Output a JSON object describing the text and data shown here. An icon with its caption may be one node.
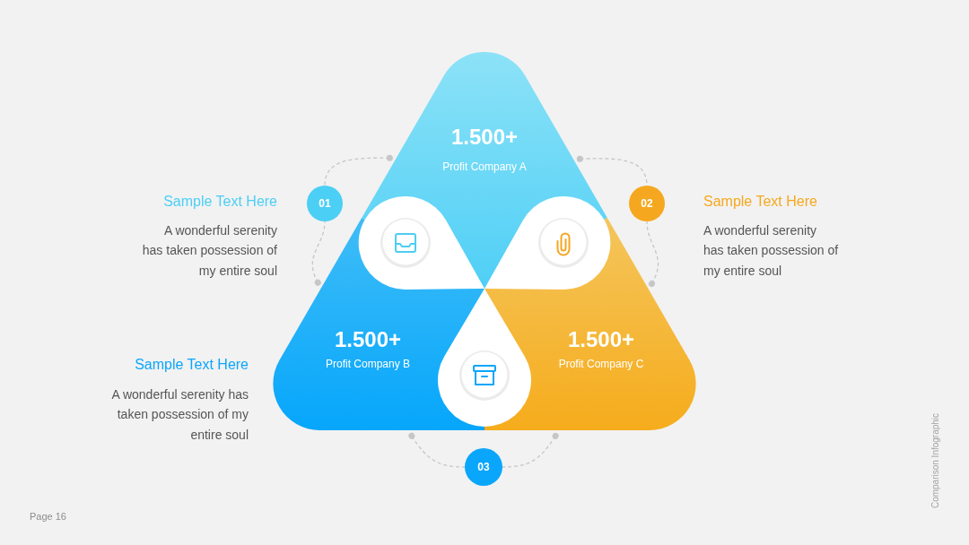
{
  "diagram": {
    "nodes": [
      {
        "text": [
          "1.500+",
          "Profit Company A"
        ]
      },
      {
        "text": [
          "01"
        ]
      },
      {
        "text": [
          "02"
        ]
      },
      {
        "text": [
          "1.500+",
          "Profit Company B"
        ]
      },
      {
        "text": [
          "1.500+",
          "Profit Company C"
        ]
      },
      {
        "text": [
          "03"
        ]
      }
    ],
    "edges": [
      {
        "from": 0,
        "to": 1,
        "arrow": "other",
        "style": "dashed"
      },
      {
        "from": 3,
        "to": 1,
        "arrow": "other",
        "style": "dashed"
      },
      {
        "from": 0,
        "to": 2,
        "arrow": "other",
        "style": "dashed"
      },
      {
        "from": 4,
        "to": 2,
        "arrow": "other",
        "style": "dashed"
      },
      {
        "from": 3,
        "to": 5,
        "arrow": "other",
        "style": "dashed"
      },
      {
        "from": 4,
        "to": 5,
        "arrow": "other",
        "style": "dashed"
      }
    ],
    "labels": [
      "Sample Text Here",
      "A wonderful serenity has taken possession of my entire soul",
      "Sample Text Here",
      "A wonderful serenity has taken possession of my entire soul",
      "Sample Text Here",
      "A wonderful serenity has taken possession of my entire soul",
      "Page 16",
      "Comparison Infographic"
    ]
  }
}
